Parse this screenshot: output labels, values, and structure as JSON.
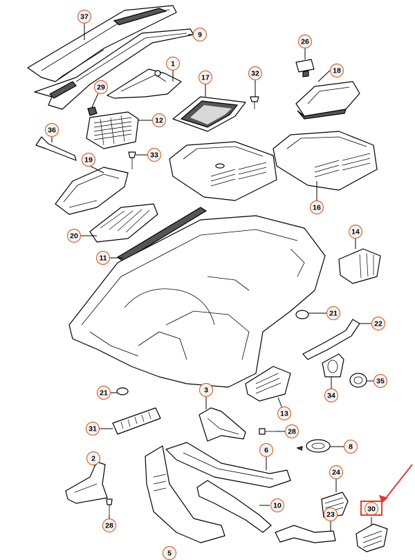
{
  "diagram": {
    "callouts": [
      {
        "id": "c37",
        "label": "37"
      },
      {
        "id": "c9",
        "label": "9"
      },
      {
        "id": "c1",
        "label": "1"
      },
      {
        "id": "c29",
        "label": "29"
      },
      {
        "id": "c12",
        "label": "12"
      },
      {
        "id": "c17",
        "label": "17"
      },
      {
        "id": "c32",
        "label": "32"
      },
      {
        "id": "c26",
        "label": "26"
      },
      {
        "id": "c18",
        "label": "18"
      },
      {
        "id": "c36",
        "label": "36"
      },
      {
        "id": "c33",
        "label": "33"
      },
      {
        "id": "c19",
        "label": "19"
      },
      {
        "id": "c16",
        "label": "16"
      },
      {
        "id": "c20",
        "label": "20"
      },
      {
        "id": "c11",
        "label": "11"
      },
      {
        "id": "c14",
        "label": "14"
      },
      {
        "id": "c21a",
        "label": "21"
      },
      {
        "id": "c22",
        "label": "22"
      },
      {
        "id": "c21b",
        "label": "21"
      },
      {
        "id": "c3",
        "label": "3"
      },
      {
        "id": "c13",
        "label": "13"
      },
      {
        "id": "c34",
        "label": "34"
      },
      {
        "id": "c35",
        "label": "35"
      },
      {
        "id": "c31",
        "label": "31"
      },
      {
        "id": "c28a",
        "label": "28"
      },
      {
        "id": "c8",
        "label": "8"
      },
      {
        "id": "c6",
        "label": "6"
      },
      {
        "id": "c2",
        "label": "2"
      },
      {
        "id": "c24",
        "label": "24"
      },
      {
        "id": "c10",
        "label": "10"
      },
      {
        "id": "c30",
        "label": "30"
      },
      {
        "id": "c23",
        "label": "23"
      },
      {
        "id": "c28b",
        "label": "28"
      },
      {
        "id": "c5",
        "label": "5"
      }
    ],
    "highlighted_part": "30",
    "colors": {
      "callout_border": "#d9662c",
      "callout_fill": "#f4f4f4",
      "highlight": "#e53935",
      "line": "#000000"
    }
  }
}
